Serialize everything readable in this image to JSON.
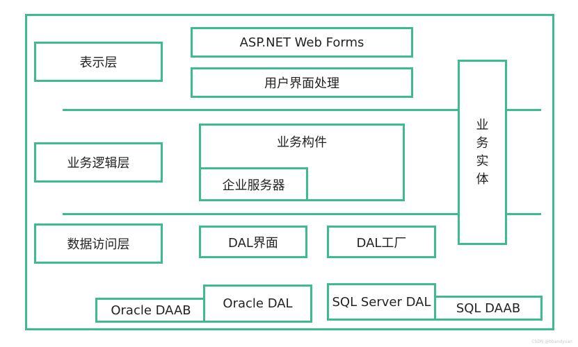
{
  "colors": {
    "border": "#3dba8e",
    "text": "#222222",
    "background": "#ffffff"
  },
  "layers": {
    "presentation": "表示层",
    "business": "业务逻辑层",
    "data_access": "数据访问层"
  },
  "presentation_components": {
    "asp_net": "ASP.NET Web Forms",
    "ui_processing": "用户界面处理"
  },
  "business_components": {
    "title": "业务构件",
    "enterprise_services": "企业服务器"
  },
  "data_components": {
    "dal_interface": "DAL界面",
    "dal_factory": "DAL工厂",
    "oracle_daab": "Oracle DAAB",
    "oracle_dal": "Oracle DAL",
    "sqlserver_dal": "SQL Server DAL",
    "sql_daab": "SQL DAAB"
  },
  "business_entity": [
    "业",
    "务",
    "实",
    "体"
  ],
  "watermark": "CSDN @bbandyuan"
}
